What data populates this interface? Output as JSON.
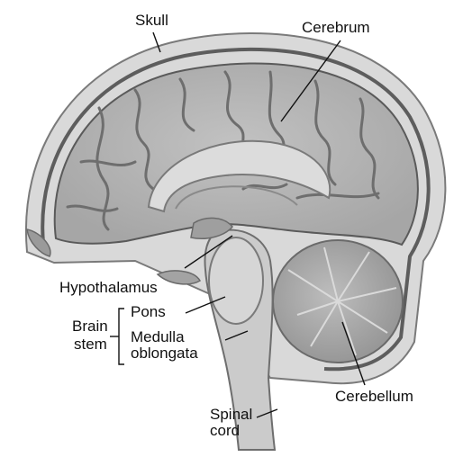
{
  "labels": {
    "skull": "Skull",
    "cerebrum": "Cerebrum",
    "hypothalamus": "Hypothalamus",
    "pons": "Pons",
    "brain_stem_line1": "Brain",
    "brain_stem_line2": "stem",
    "medulla_line1": "Medulla",
    "medulla_line2": "oblongata",
    "cerebellum": "Cerebellum",
    "spinal_line1": "Spinal",
    "spinal_line2": "cord"
  },
  "colors": {
    "skull_fill": "#d6d6d6",
    "skull_edge": "#7a7a7a",
    "brain_fill": "#b7b7b7",
    "brain_light": "#cfcfcf",
    "sulcus": "#6e6e6e",
    "brainstem": "#c6c6c6",
    "cerebellum": "#a9a9a9"
  }
}
